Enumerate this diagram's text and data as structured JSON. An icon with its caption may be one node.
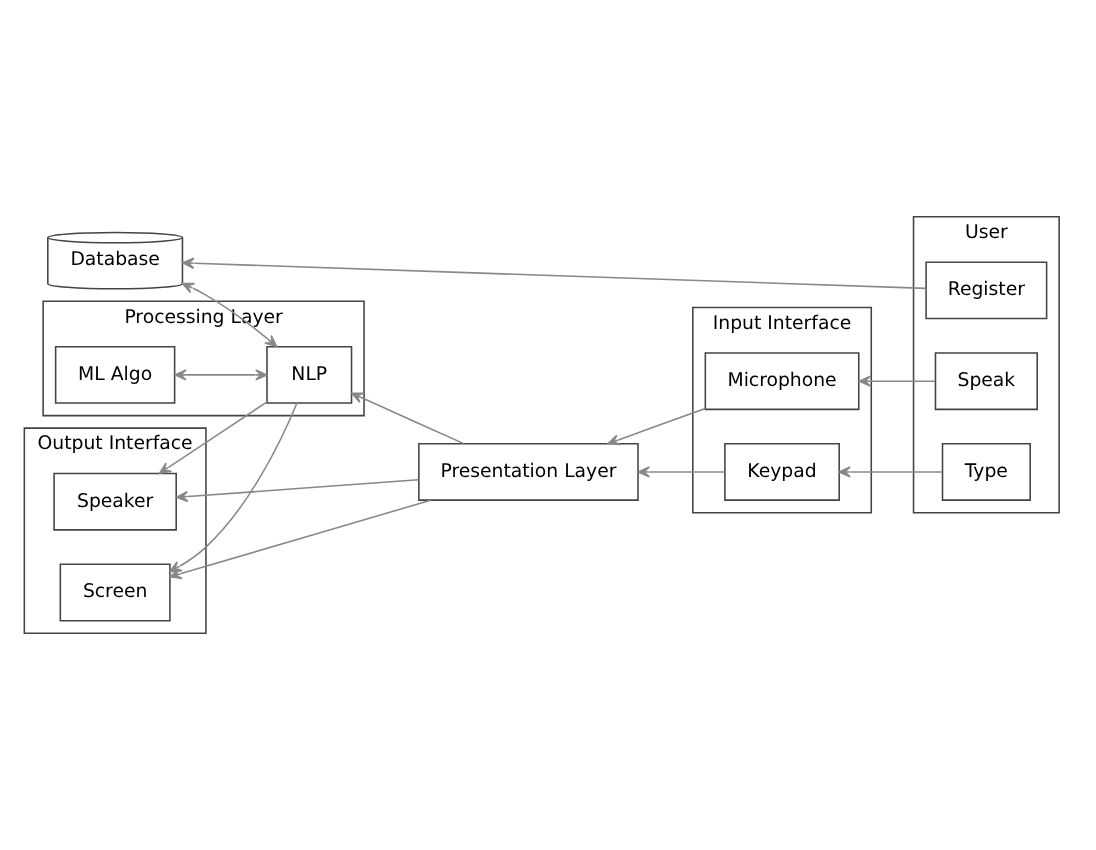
{
  "diagram": {
    "nodes": [
      {
        "text": [
          "Presentation Layer"
        ]
      },
      {
        "text": [
          "Input Interface"
        ]
      },
      {
        "text": [
          "Microphone"
        ],
        "in": 1
      },
      {
        "text": [
          "Keypad"
        ],
        "in": 1
      },
      {
        "text": [
          "User"
        ]
      },
      {
        "text": [
          "Register"
        ],
        "in": 4
      },
      {
        "text": [
          "Speak"
        ],
        "in": 4
      },
      {
        "text": [
          "Type"
        ],
        "in": 4
      },
      {
        "text": [
          "Output Interface"
        ]
      },
      {
        "text": [
          "Screen"
        ],
        "in": 8
      },
      {
        "text": [
          "Speaker"
        ],
        "in": 8
      },
      {
        "text": [
          "Processing Layer"
        ]
      },
      {
        "text": [
          "NLP"
        ],
        "in": 11
      },
      {
        "text": [
          "ML Algo"
        ],
        "in": 11
      },
      {
        "text": [
          "Database"
        ]
      }
    ],
    "edges": [
      {
        "from": 6,
        "to": 2,
        "arrow": "to"
      },
      {
        "from": 7,
        "to": 3,
        "arrow": "to"
      },
      {
        "from": 2,
        "to": 0,
        "arrow": "to"
      },
      {
        "from": 3,
        "to": 0,
        "arrow": "to"
      },
      {
        "from": 0,
        "to": 9,
        "arrow": "to"
      },
      {
        "from": 0,
        "to": 10,
        "arrow": "to"
      },
      {
        "from": 0,
        "to": 12,
        "arrow": "to"
      },
      {
        "from": 12,
        "to": 9,
        "arrow": "to"
      },
      {
        "from": 12,
        "to": 10,
        "arrow": "to"
      },
      {
        "from": 12,
        "to": 13,
        "arrow": "both"
      },
      {
        "from": 12,
        "to": 14,
        "arrow": "both"
      },
      {
        "from": 5,
        "to": 14,
        "arrow": "to"
      }
    ]
  }
}
